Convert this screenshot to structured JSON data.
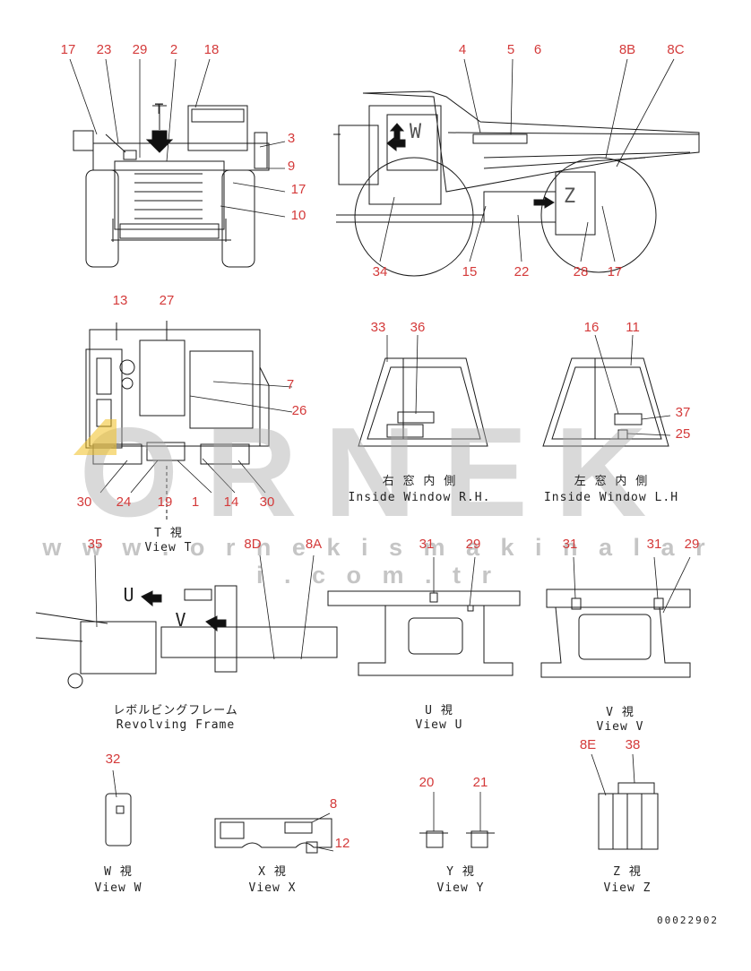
{
  "watermark": {
    "brand": "ORNEK",
    "url": "w w w . o r n e k i s m a k i n a l a r i . c o m . t r"
  },
  "callouts": {
    "c17a": "17",
    "c23": "23",
    "c29a": "29",
    "c2": "2",
    "c18": "18",
    "c3": "3",
    "c9": "9",
    "c17b": "17",
    "c10": "10",
    "c4": "4",
    "c5": "5",
    "c6": "6",
    "c8B": "8B",
    "c8C": "8C",
    "c34": "34",
    "c15": "15",
    "c22": "22",
    "c28": "28",
    "c17c": "17",
    "c13": "13",
    "c27": "27",
    "c7": "7",
    "c26": "26",
    "c30a": "30",
    "c24": "24",
    "c19": "19",
    "c1": "1",
    "c14": "14",
    "c30b": "30",
    "c33": "33",
    "c36": "36",
    "c16": "16",
    "c11": "11",
    "c37": "37",
    "c25": "25",
    "c35": "35",
    "c8D": "8D",
    "c8A": "8A",
    "c31a": "31",
    "c29b": "29",
    "c31b": "31",
    "c31c": "31",
    "c29c": "29",
    "c32": "32",
    "c8": "8",
    "c12": "12",
    "c20": "20",
    "c21": "21",
    "c8E": "8E",
    "c38": "38"
  },
  "captions": {
    "view_t_jp": "T 視",
    "view_t_en": "View T",
    "window_rh_jp": "右 窓 内 側",
    "window_rh_en": "Inside Window R.H.",
    "window_lh_jp": "左 窓 内 側",
    "window_lh_en": "Inside Window L.H",
    "frame_jp": "レボルビングフレーム",
    "frame_en": "Revolving Frame",
    "view_u_jp": "U 視",
    "view_u_en": "View U",
    "view_v_jp": "V 視",
    "view_v_en": "View V",
    "view_w_jp": "W 視",
    "view_w_en": "View W",
    "view_x_jp": "X 視",
    "view_x_en": "View X",
    "view_y_jp": "Y 視",
    "view_y_en": "View Y",
    "view_z_jp": "Z 視",
    "view_z_en": "View Z"
  },
  "view_letters": {
    "t": "T",
    "w": "W",
    "z": "Z",
    "u": "U",
    "v": "V"
  },
  "doc_number": "00022902",
  "colors": {
    "callout": "#d43a3a",
    "line": "#1a1a1a",
    "watermark": "#b4b4b4",
    "watermark_accent": "#f0c020"
  }
}
